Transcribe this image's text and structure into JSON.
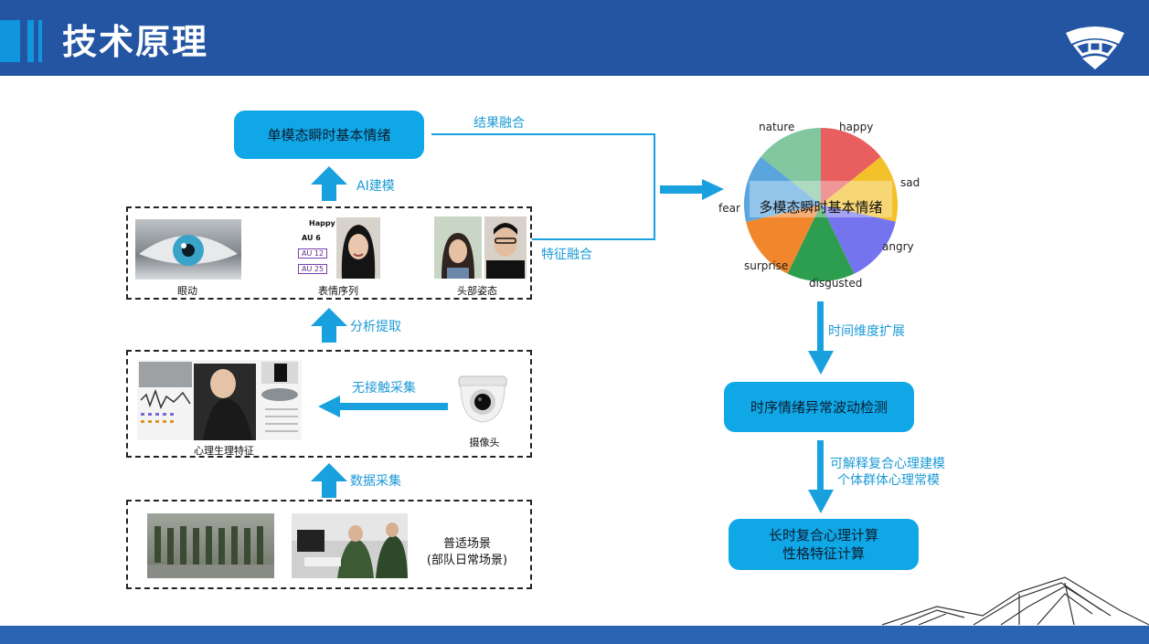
{
  "header": {
    "title": "技术原理"
  },
  "boxes": {
    "single_modal": "单模态瞬时基本情绪",
    "timing_detect": "时序情绪异常波动检测",
    "long_term_line1": "长时复合心理计算",
    "long_term_line2": "性格特征计算"
  },
  "arrows": {
    "result_fusion": "结果融合",
    "ai_model": "AI建模",
    "feature_fusion": "特征融合",
    "analysis_extract": "分析提取",
    "contactless": "无接触采集",
    "data_collect": "数据采集",
    "time_dim": "时间维度扩展",
    "explain_line1": "可解释复合心理建模",
    "explain_line2": "个体群体心理常模"
  },
  "row1": {
    "eye_caption": "眼动",
    "expr_caption": "表情序列",
    "head_caption": "头部姿态",
    "expr_tags": [
      "Happy",
      "AU 6",
      "AU 12",
      "AU 25"
    ]
  },
  "row2": {
    "psy_caption": "心理生理特征",
    "camera_caption": "摄像头"
  },
  "row3": {
    "scene_line1": "普适场景",
    "scene_line2": "(部队日常场景)"
  },
  "pie": {
    "center_label": "多模态瞬时基本情绪",
    "slices": [
      {
        "label": "happy",
        "color": "#e95f5f"
      },
      {
        "label": "sad",
        "color": "#f3c12b"
      },
      {
        "label": "angry",
        "color": "#7574ef"
      },
      {
        "label": "disgusted",
        "color": "#2d9e4f"
      },
      {
        "label": "surprise",
        "color": "#f2862c"
      },
      {
        "label": "fear",
        "color": "#5aa5dd"
      },
      {
        "label": "nature",
        "color": "#82c79f"
      }
    ]
  }
}
